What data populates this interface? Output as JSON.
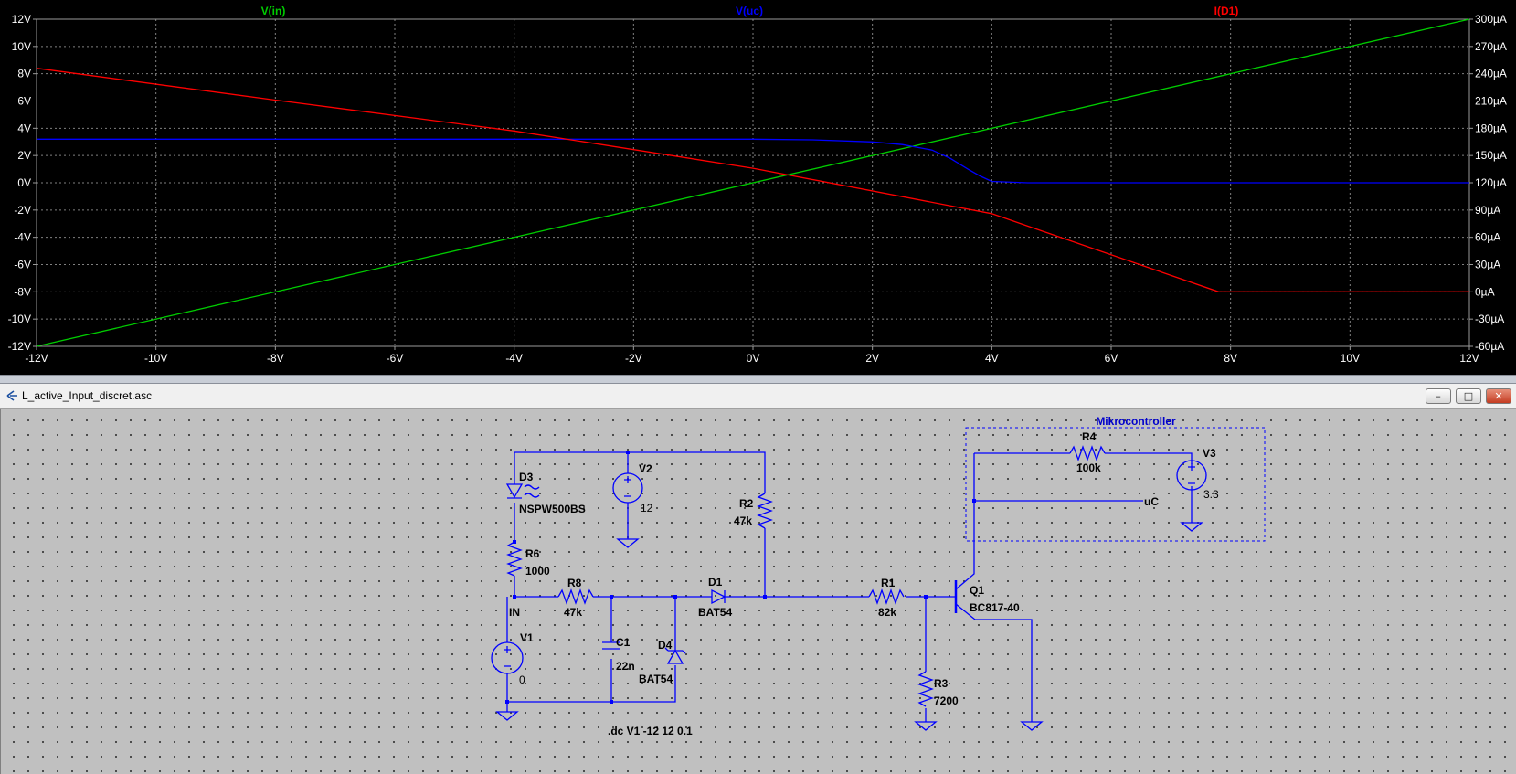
{
  "plot": {
    "traces": [
      {
        "name": "V(in)",
        "color": "#00cc00"
      },
      {
        "name": "V(uc)",
        "color": "#0000ff"
      },
      {
        "name": "I(D1)",
        "color": "#ff0000"
      }
    ],
    "x_ticks": [
      "-12V",
      "-10V",
      "-8V",
      "-6V",
      "-4V",
      "-2V",
      "0V",
      "2V",
      "4V",
      "6V",
      "8V",
      "10V",
      "12V"
    ],
    "y_left_ticks": [
      "12V",
      "10V",
      "8V",
      "6V",
      "4V",
      "2V",
      "0V",
      "-2V",
      "-4V",
      "-6V",
      "-8V",
      "-10V",
      "-12V"
    ],
    "y_right_ticks": [
      "300µA",
      "270µA",
      "240µA",
      "210µA",
      "180µA",
      "150µA",
      "120µA",
      "90µA",
      "60µA",
      "30µA",
      "0µA",
      "-30µA",
      "-60µA"
    ]
  },
  "chart_data": {
    "type": "line",
    "x_range": [
      -12,
      12
    ],
    "ylim_left": [
      -12,
      12
    ],
    "ylim_right": [
      -60,
      300
    ],
    "grid": true,
    "legend": "top",
    "series": [
      {
        "name": "V(in)",
        "axis": "left",
        "unit": "V",
        "x": [
          -12,
          12
        ],
        "y": [
          -12,
          12
        ]
      },
      {
        "name": "V(uc)",
        "axis": "left",
        "unit": "V",
        "x": [
          -12,
          -2,
          0,
          1,
          2,
          2.5,
          3,
          3.3,
          3.6,
          3.8,
          4.0,
          4.6,
          12
        ],
        "y": [
          3.2,
          3.2,
          3.2,
          3.15,
          3.0,
          2.8,
          2.4,
          1.8,
          1.0,
          0.5,
          0.1,
          0.0,
          0.0
        ]
      },
      {
        "name": "I(D1)",
        "axis": "right",
        "unit": "µA",
        "x": [
          -12,
          -8,
          -4,
          0,
          4,
          7.8,
          12
        ],
        "y": [
          246,
          211,
          177,
          136,
          86,
          0,
          0
        ]
      }
    ]
  },
  "window": {
    "title": "L_active_Input_discret.asc",
    "min": "–",
    "max": "□",
    "close": "✕"
  },
  "schematic": {
    "box_title": "Mikrocontroller",
    "d3_name": "D3",
    "d3_value": "NSPW500BS",
    "v2_name": "V2",
    "v2_value": "12",
    "r2_name": "R2",
    "r2_value": "47k",
    "r6_name": "R6",
    "r6_value": "1000",
    "r8_name": "R8",
    "r8_value": "47k",
    "d1_name": "D1",
    "d1_value": "BAT54",
    "r1_name": "R1",
    "r1_value": "82k",
    "q1_name": "Q1",
    "q1_value": "BC817-40",
    "in_label": "IN",
    "v1_name": "V1",
    "v1_value": "0",
    "c1_name": "C1",
    "c1_value": "22n",
    "d4_name": "D4",
    "d4_value": "BAT54",
    "r3_name": "R3",
    "r3_value": "7200",
    "r4_name": "R4",
    "r4_value": "100k",
    "v3_name": "V3",
    "v3_value": "3.3",
    "uc_label": "uC",
    "directive": ".dc V1 -12 12 0.1"
  }
}
